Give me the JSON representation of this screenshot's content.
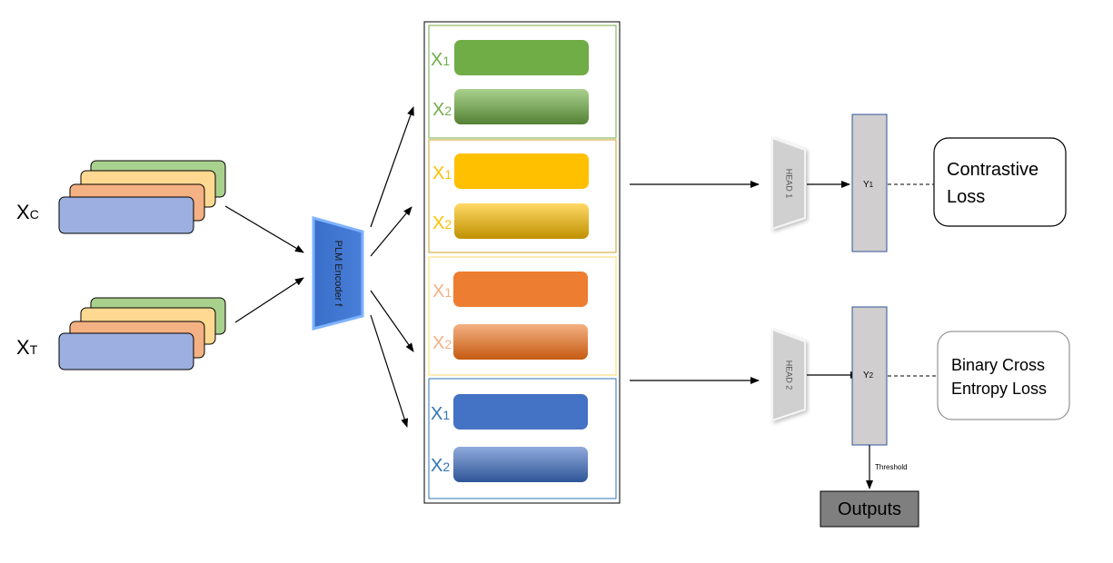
{
  "inputs": {
    "xc": {
      "main": "X",
      "sub": "C"
    },
    "xt": {
      "main": "X",
      "sub": "T"
    }
  },
  "encoder": {
    "label": "PLM Encoder f"
  },
  "groups": [
    {
      "color": "#70ad47",
      "x1": {
        "main": "X",
        "sub": "1"
      },
      "x2": {
        "main": "X",
        "sub": "2"
      }
    },
    {
      "color": "#ffc000",
      "x1": {
        "main": "X",
        "sub": "1"
      },
      "x2": {
        "main": "X",
        "sub": "2"
      }
    },
    {
      "color": "#f4b183",
      "bar_color": "#ed7d31",
      "x1": {
        "main": "X",
        "sub": "1"
      },
      "x2": {
        "main": "X",
        "sub": "2"
      }
    },
    {
      "color": "#2e75b6",
      "bar_color": "#4472c4",
      "x1": {
        "main": "X",
        "sub": "1"
      },
      "x2": {
        "main": "X",
        "sub": "2"
      }
    }
  ],
  "heads": {
    "head1": {
      "label": "HEAD 1"
    },
    "head2": {
      "label": "HEAD 2"
    }
  },
  "outputs_y": {
    "y1": {
      "main": "Y",
      "sub": "1"
    },
    "y2": {
      "main": "Y",
      "sub": "2"
    }
  },
  "losses": {
    "contrastive": {
      "line1": "Contrastive",
      "line2": "Loss"
    },
    "bce": {
      "line1": "Binary Cross",
      "line2": "Entropy Loss"
    }
  },
  "threshold": {
    "label": "Threshold"
  },
  "outputs_box": {
    "label": "Outputs"
  }
}
